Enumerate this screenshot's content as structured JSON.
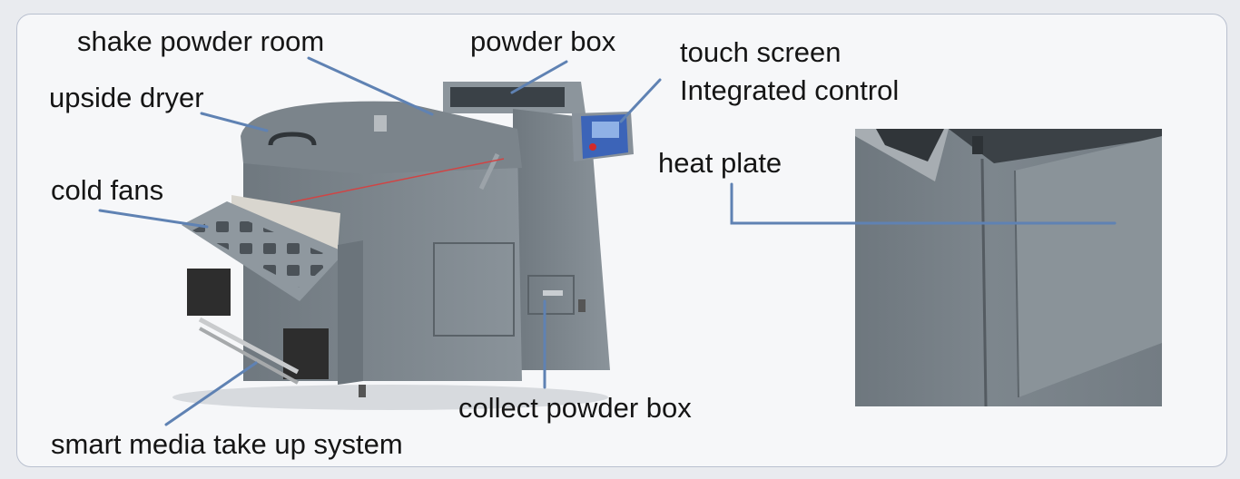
{
  "labels": {
    "shake_powder_room": "shake powder room",
    "powder_box": "powder box",
    "touch_screen_line1": "touch screen",
    "touch_screen_line2": "Integrated control",
    "upside_dryer": "upside dryer",
    "cold_fans": "cold fans",
    "heat_plate": "heat plate",
    "collect_powder_box": "collect powder box",
    "smart_media_take_up": "smart media take up system"
  },
  "colors": {
    "leader": "#5f82b3",
    "machine_body": "#7c858c",
    "machine_dark": "#4d555c",
    "panel_border": "#b9c0cf",
    "control_panel": "#3c64b8",
    "emergency_button": "#d22a2a"
  },
  "icons": {
    "machine": "dtf-powder-shaker-dryer-illustration",
    "detail": "heat-plate-closeup-photo"
  }
}
